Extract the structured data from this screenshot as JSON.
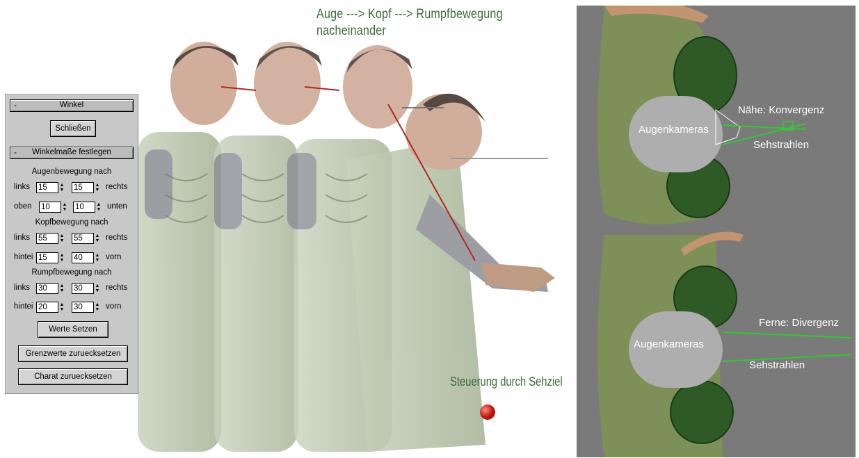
{
  "header": {
    "title_line1": "Auge ---> Kopf ---> Rumpfbewegung",
    "title_line2": "nacheinander"
  },
  "panel": {
    "rollout_winkel": {
      "minus": "-",
      "label": "Winkel"
    },
    "close_button": "Schließen",
    "rollout_masse": {
      "minus": "-",
      "label": "Winkelmaße festlegen"
    },
    "eye_heading": "Augenbewegung nach",
    "eye_row1": {
      "left_label": "links",
      "v1": "15",
      "v2": "15",
      "right_label": "rechts"
    },
    "eye_row2": {
      "left_label": "oben",
      "v1": "10",
      "v2": "10",
      "right_label": "unten"
    },
    "head_heading": "Kopfbewegung nach",
    "head_row1": {
      "left_label": "links",
      "v1": "55",
      "v2": "55",
      "right_label": "rechts"
    },
    "head_row2": {
      "left_label": "hintei",
      "v1": "15",
      "v2": "40",
      "right_label": "vorn"
    },
    "torso_heading": "Rumpfbewegung nach",
    "torso_row1": {
      "left_label": "links",
      "v1": "30",
      "v2": "30",
      "right_label": "rechts"
    },
    "torso_row2": {
      "left_label": "hintei",
      "v1": "20",
      "v2": "30",
      "right_label": "vorn"
    },
    "set_button": "Werte Setzen",
    "reset_limits_button": "Grenzwerte zuruecksetzen",
    "reset_char_button": "Charat zuruecksetzen"
  },
  "scene": {
    "target_label": "Steuerung durch Sehziel"
  },
  "viewport": {
    "top": {
      "cameras": "Augenkameras",
      "mode": "Nähe: Konvergenz",
      "rays": "Sehstrahlen"
    },
    "bottom": {
      "cameras": "Augenkameras",
      "mode": "Ferne: Divergenz",
      "rays": "Sehstrahlen"
    }
  },
  "colors": {
    "accent_green": "#3d6b3a",
    "viewport_bg": "#7a7a7a",
    "ray_green": "#2ecc2e",
    "target_red": "#d01a10"
  }
}
